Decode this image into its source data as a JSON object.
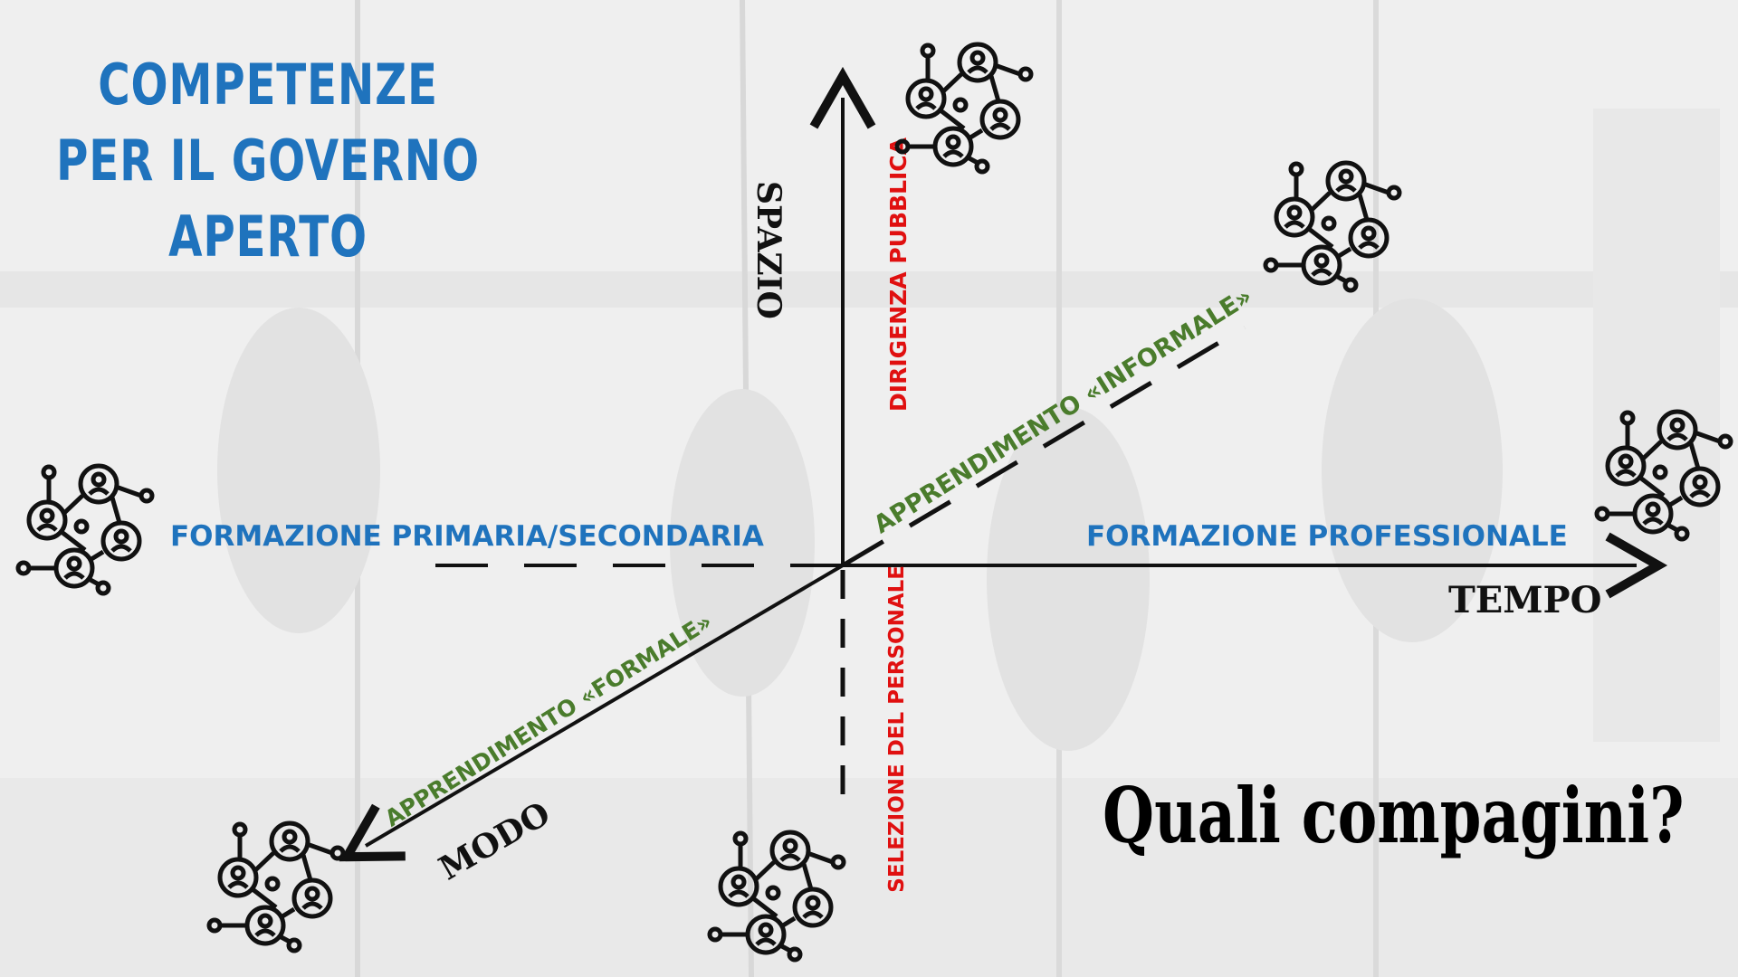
{
  "title": "COMPETENZE PER IL GOVERNO APERTO",
  "axes": {
    "y_label": "SPAZIO",
    "x_label": "TEMPO",
    "z_label": "MODO"
  },
  "labels": {
    "left_horizontal": "FORMAZIONE PRIMARIA/SECONDARIA",
    "right_horizontal": "FORMAZIONE PROFESSIONALE",
    "up_vertical": "DIRIGENZA PUBBLICA",
    "down_vertical": "SELEZIONE DEL PERSONALE",
    "diag_up": "APPRENDIMENTO «INFORMALE»",
    "diag_down": "APPRENDIMENTO «FORMALE»"
  },
  "question": "Quali compagini?",
  "icons": [
    "network-people-icon",
    "network-people-icon",
    "network-people-icon",
    "network-people-icon",
    "network-people-icon",
    "network-people-icon"
  ],
  "colors": {
    "blue": "#1f73bd",
    "red": "#e01010",
    "green": "#4a7c2c",
    "black": "#111111"
  }
}
